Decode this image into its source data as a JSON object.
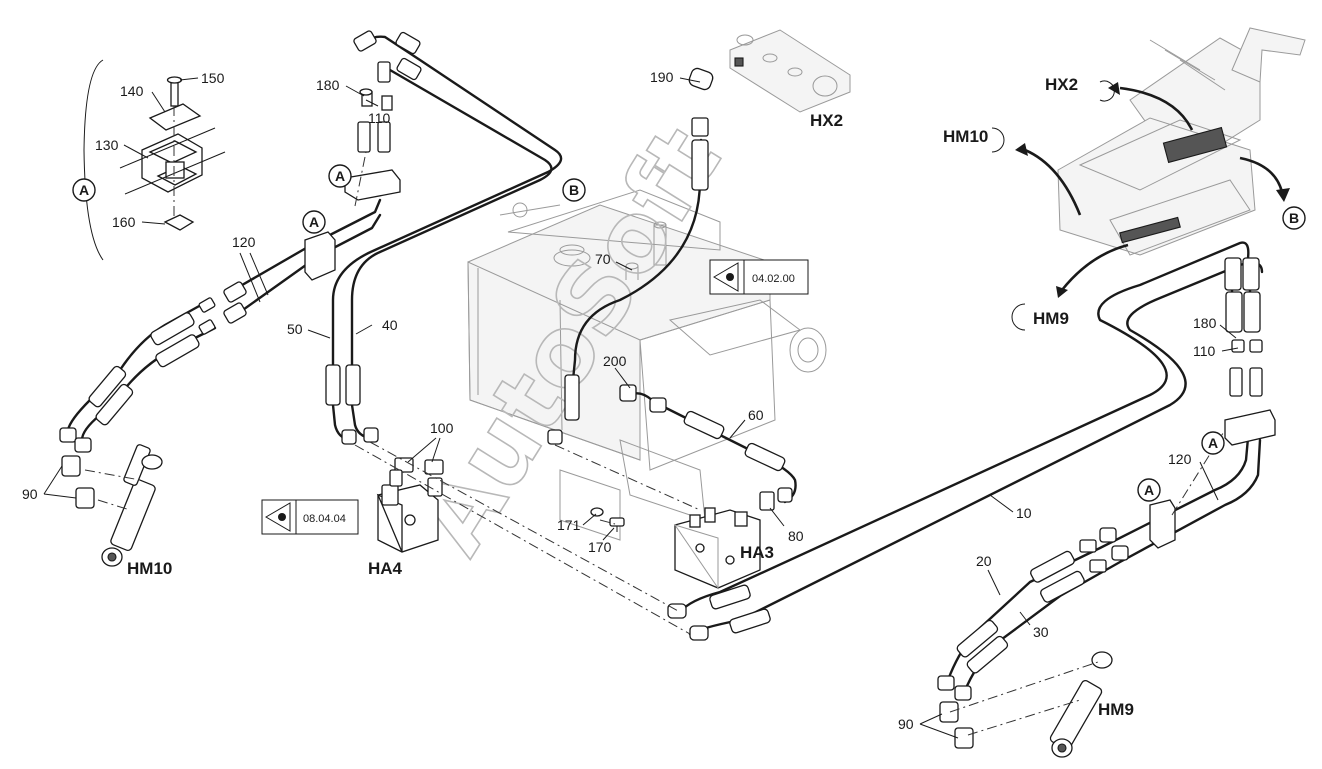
{
  "watermark": "AutoSoft",
  "reference_boxes": [
    {
      "id": "ref-1",
      "text": "04.02.00"
    },
    {
      "id": "ref-2",
      "text": "08.04.04"
    }
  ],
  "circle_labels": {
    "a_detail": "A",
    "a_top": "A",
    "a_left": "A",
    "b_left": "B",
    "b_right": "B",
    "a_right1": "A",
    "a_right2": "A"
  },
  "component_codes": {
    "hm10_cyl": "HM10",
    "ha4": "HA4",
    "ha3": "HA3",
    "hx2": "HX2",
    "hm9_cyl": "HM9",
    "inset_hx2": "HX2",
    "inset_hm10": "HM10",
    "inset_hm9": "HM9"
  },
  "part_numbers": {
    "n150": "150",
    "n140": "140",
    "n130": "130",
    "n160": "160",
    "n180a": "180",
    "n110a": "110",
    "n120a": "120",
    "n90a": "90",
    "n50": "50",
    "n40": "40",
    "n100": "100",
    "n190": "190",
    "n70": "70",
    "n200": "200",
    "n60": "60",
    "n171": "171",
    "n170": "170",
    "n80": "80",
    "n180b": "180",
    "n110b": "110",
    "n120b": "120",
    "n10": "10",
    "n20": "20",
    "n30": "30",
    "n90b": "90"
  }
}
